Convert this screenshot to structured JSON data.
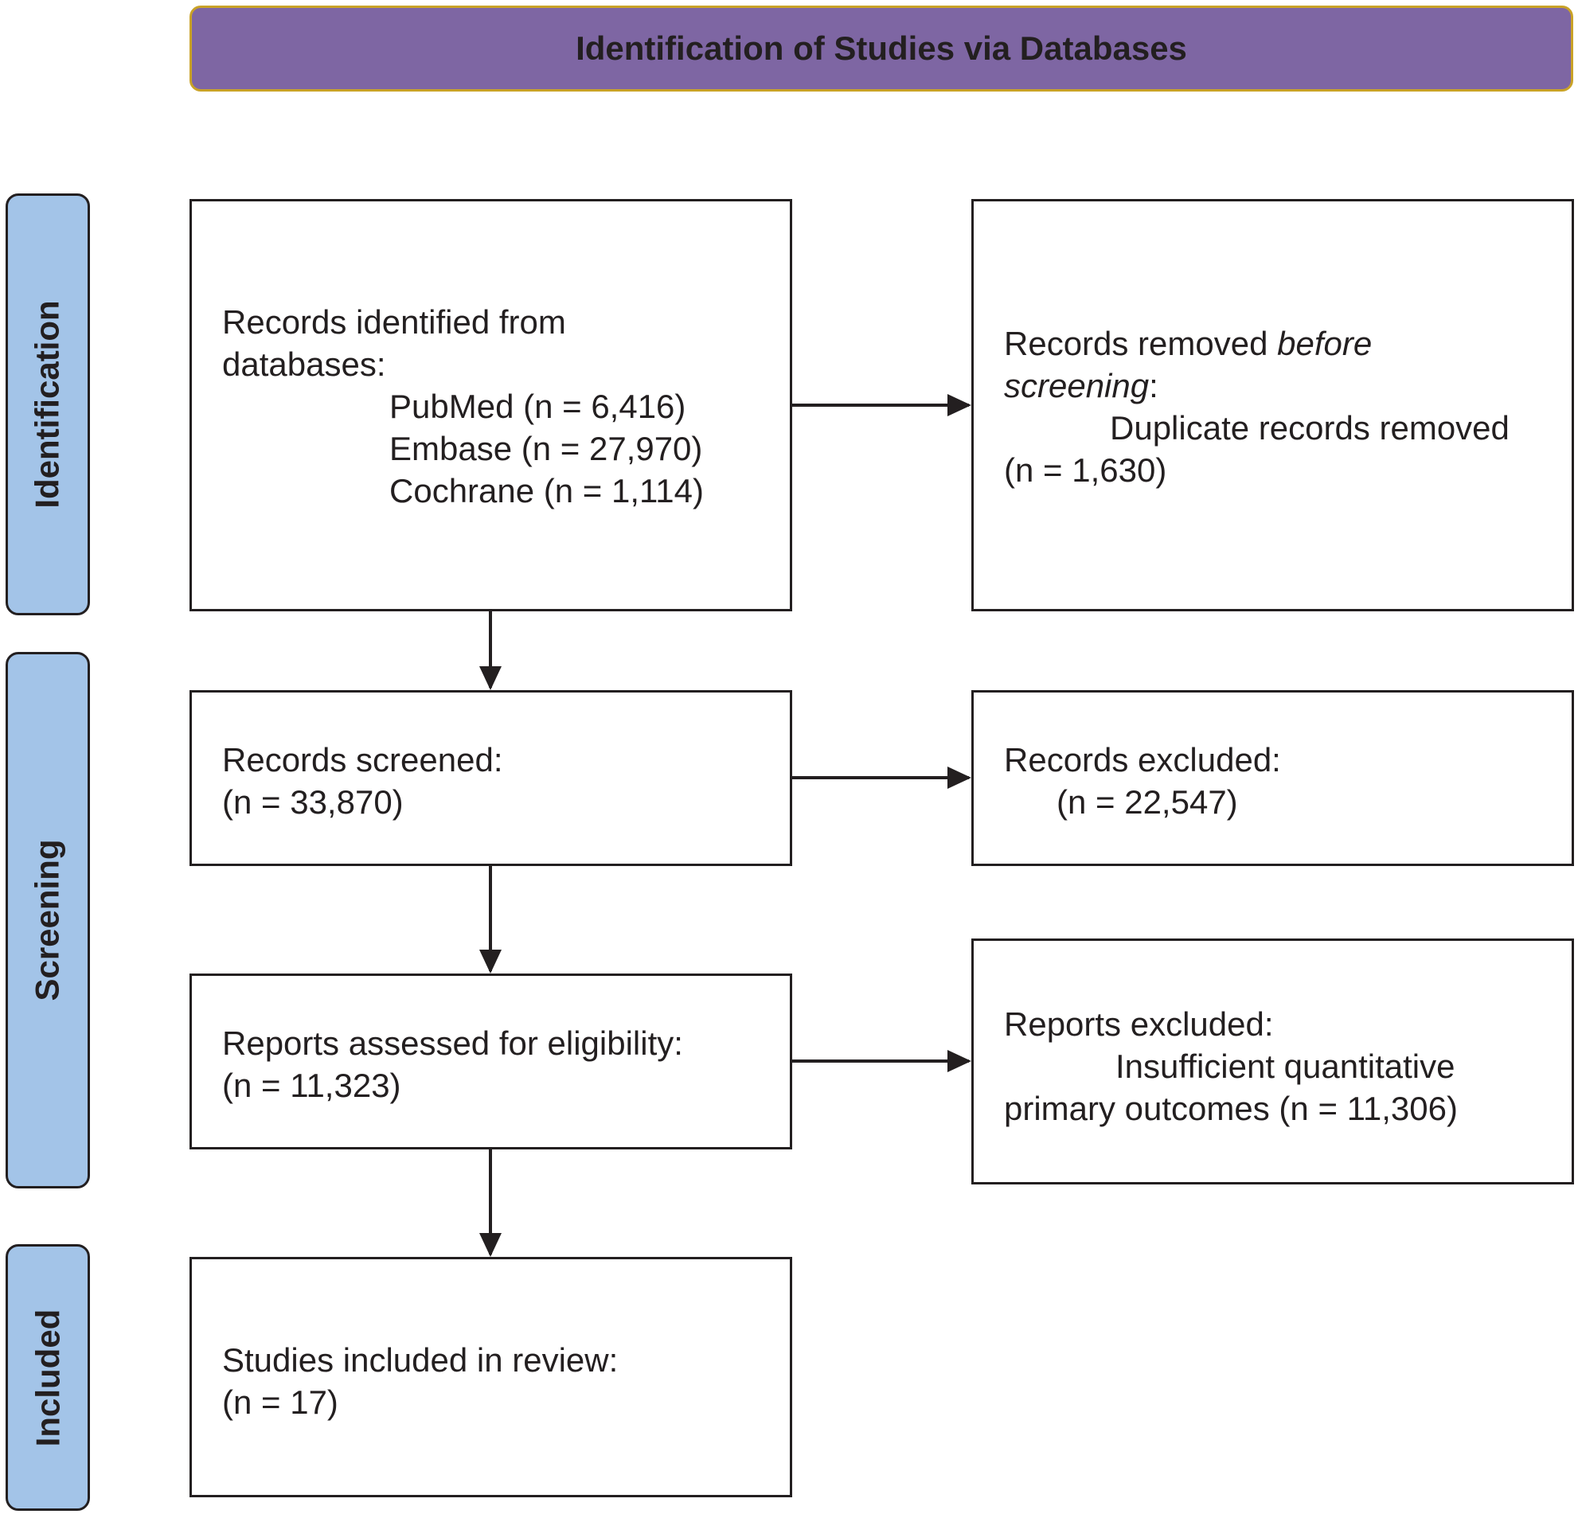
{
  "header": {
    "title": "Identification of Studies via Databases"
  },
  "stages": {
    "identification": "Identification",
    "screening": "Screening",
    "included": "Included"
  },
  "boxes": {
    "identified": {
      "line1": "Records identified from",
      "line2": "databases:",
      "pubmed": "PubMed (n = 6,416)",
      "embase": "Embase (n = 27,970)",
      "cochrane": "Cochrane (n = 1,114)"
    },
    "removed": {
      "prefix": "Records removed ",
      "italic1": "before",
      "italic2": "screening",
      "colon": ":",
      "detail": "Duplicate records removed",
      "count": "(n = 1,630)"
    },
    "screened": {
      "label": "Records screened:",
      "count": "(n = 33,870)"
    },
    "excluded": {
      "label": "Records excluded:",
      "count": "(n = 22,547)"
    },
    "assessed": {
      "label": "Reports assessed for eligibility:",
      "count": "(n = 11,323)"
    },
    "reports_excluded": {
      "label": "Reports excluded:",
      "detail1": "Insufficient quantitative",
      "detail2": "primary outcomes (n = 11,306)"
    },
    "included": {
      "label": "Studies included in review:",
      "count": "(n = 17)"
    }
  },
  "colors": {
    "header_fill": "#7e66a3",
    "header_border": "#c9a227",
    "stage_fill": "#a3c4e8",
    "stroke": "#231f20"
  }
}
